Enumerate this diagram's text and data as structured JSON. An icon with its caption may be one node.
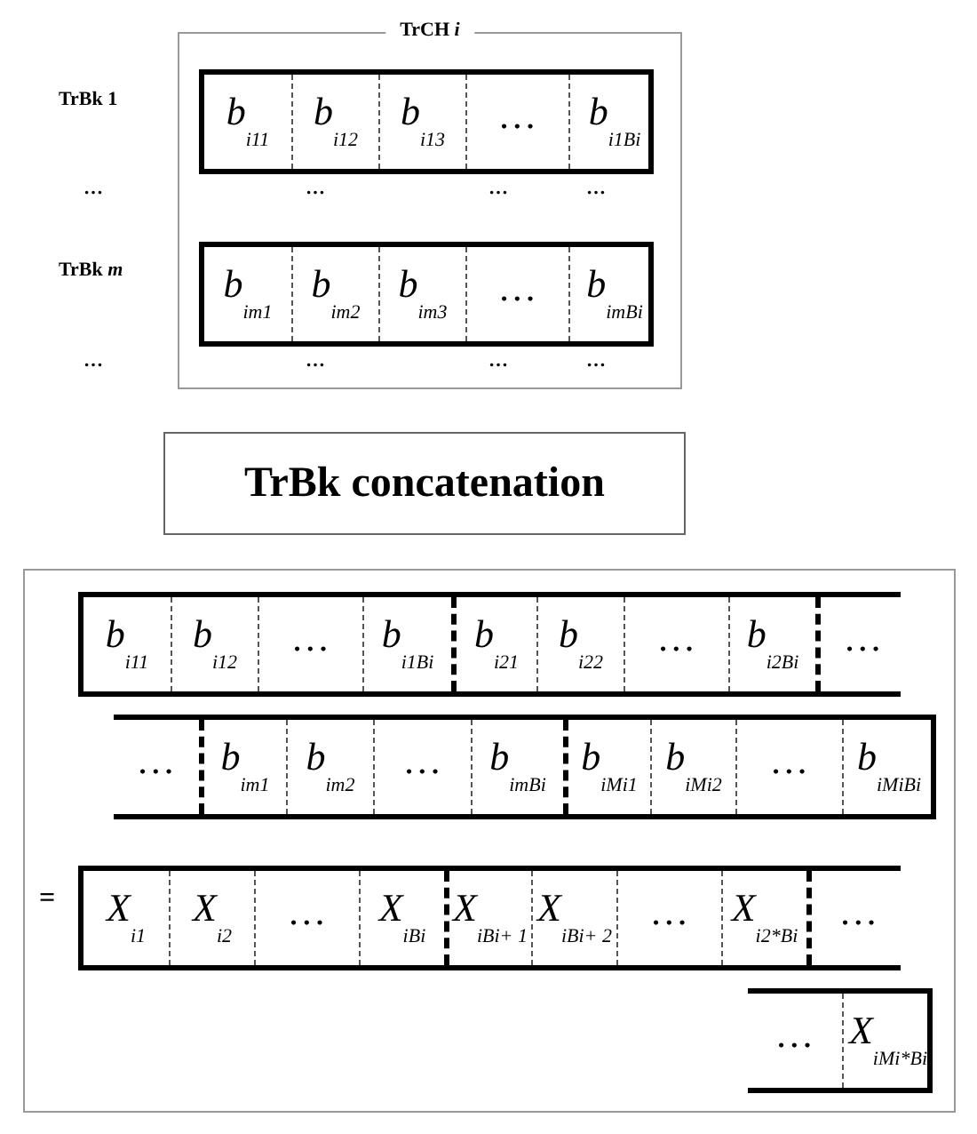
{
  "diagram": {
    "nodes": [
      {
        "text": [
          "TrCH *i*"
        ]
      },
      {
        "text": [
          "b$_{i11}$",
          "b$_{i12}$",
          "b$_{i13}$",
          "…",
          "b$_{i1B}$$_{i}$"
        ],
        "in": 0
      },
      {
        "text": [
          "b$_{im1}$",
          "b$_{im2}$",
          "b$_{im3}$",
          "…",
          "b$_{imB}$$_{i}$"
        ],
        "in": 0
      },
      {
        "text": [
          "TrBk concatenation"
        ]
      },
      {
        "text": [],
        "shape": "box"
      },
      {
        "text": [
          "b$_{i11}$",
          "b$_{i12}$",
          "…",
          "b$_{i1B}$$_{i}$",
          "b$_{i21}$",
          "b$_{i22}$",
          "…",
          "b$_{i2B}$$_{i}$",
          "…"
        ],
        "in": 4
      },
      {
        "text": [
          "…",
          "b$_{im1}$",
          "b$_{im2}$",
          "…",
          "b$_{imB}$$_{i}$",
          "b$_{iM}$$_{i}$$_{1}$",
          "b$_{iM}$$_{i}$$_{2}$",
          "…",
          "b$_{iM}$$_{i}$$_{B}$$_{i}$"
        ],
        "in": 4
      },
      {
        "text": [
          "X$_{i1}$",
          "X$_{i2}$",
          "…",
          "X$_{iB}$$_{i}$",
          "X$_{iB}$$_{i}$$_{+ 1}$",
          "X$_{iB}$$_{i}$$_{+ 2}$",
          "…",
          "X$_{i2*B}$$_{i}$",
          "…"
        ],
        "in": 4
      },
      {
        "text": [
          "…",
          "X$_{iM}$$_{i}$$_{*B}$$_{i}$"
        ],
        "in": 4
      }
    ],
    "labels": [
      "TrBk 1",
      "…",
      "…",
      "…",
      "…",
      "TrBk *m*",
      "…",
      "…",
      "…",
      "…",
      "="
    ]
  }
}
